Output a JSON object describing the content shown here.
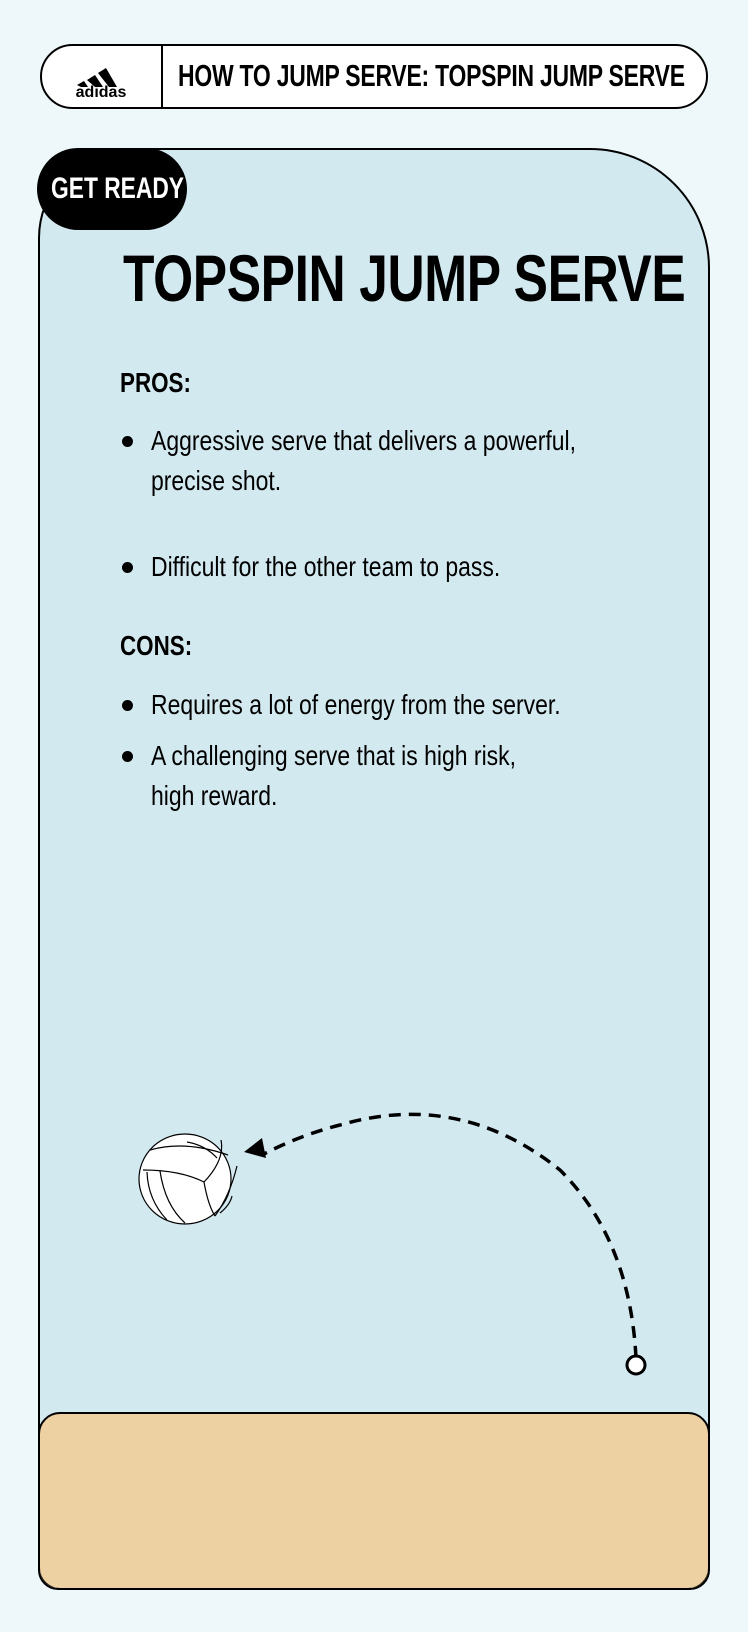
{
  "header": {
    "brand": "adidas",
    "title": "HOW TO JUMP SERVE: TOPSPIN JUMP SERVE"
  },
  "card": {
    "badge": "GET READY",
    "title": "TOPSPIN JUMP SERVE",
    "pros_heading": "PROS:",
    "pros": [
      "Aggressive serve that delivers a powerful,\nprecise shot.",
      "Difficult for the other team to pass."
    ],
    "cons_heading": "CONS:",
    "cons": [
      "Requires a lot of energy from the server.",
      "A challenging serve that is high risk,\nhigh reward."
    ]
  },
  "colors": {
    "page_bg": "#eef8fb",
    "card_bg": "#d3e9f0",
    "sand": "#eed1a3"
  },
  "icons": [
    "adidas-logo",
    "volleyball-icon",
    "serve-trajectory-arrow"
  ]
}
